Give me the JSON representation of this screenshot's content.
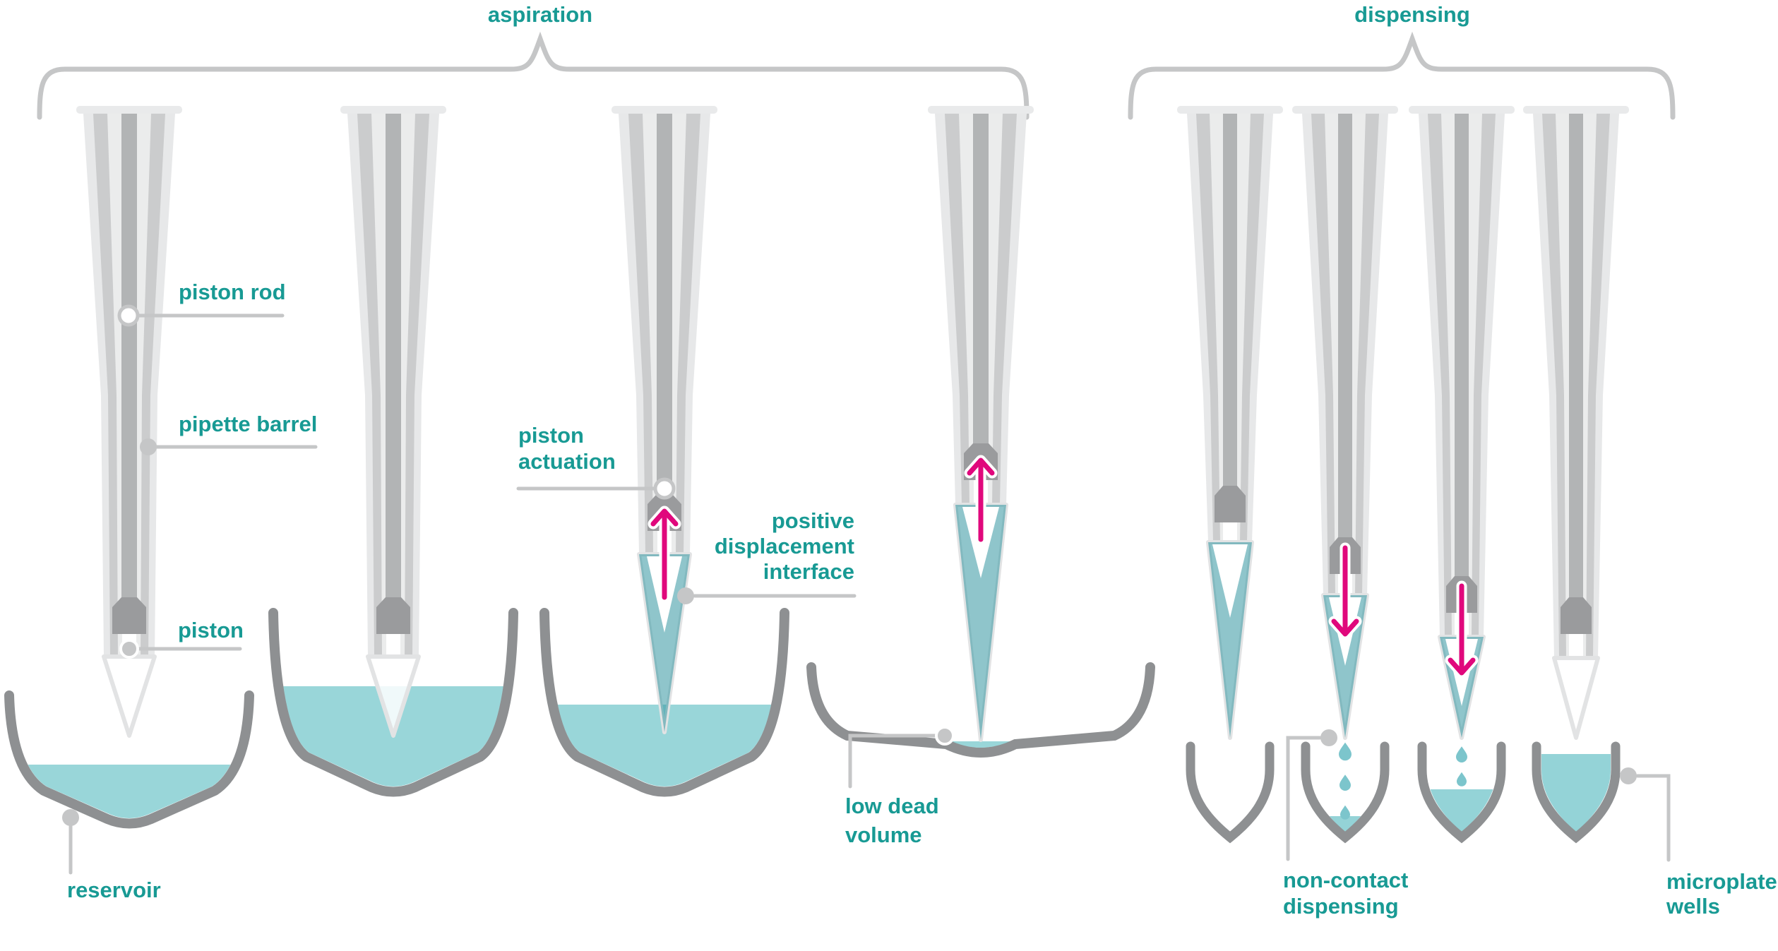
{
  "section_labels": {
    "aspiration": "aspiration",
    "dispensing": "dispensing"
  },
  "labels": {
    "piston_rod": "piston rod",
    "pipette_barrel": "pipette barrel",
    "piston": "piston",
    "reservoir": "reservoir",
    "piston_actuation_line1": "piston",
    "piston_actuation_line2": "actuation",
    "pdi_line1": "positive",
    "pdi_line2": "displacement",
    "pdi_line3": "interface",
    "low_dead_line1": "low dead",
    "low_dead_line2": "volume",
    "non_contact_line1": "non-contact",
    "non_contact_line2": "dispensing",
    "microplate_line1": "microplate",
    "microplate_line2": "wells"
  },
  "colors": {
    "accent": "#189a94",
    "magenta": "#e0087c",
    "liquid": "#99d6d9",
    "well_liquid": "#94d3d7",
    "tip_liquid": "rgba(55,151,162,0.56)",
    "droplet": "#7cc5cc",
    "container": "#8e9092",
    "leader": "#c5c6c7",
    "barrel_light": "#e7e8e9",
    "barrel_mid": "#cbcccd",
    "barrel_bore": "#ebecec",
    "rod": "#b2b4b5",
    "piston": "#9a9b9d",
    "cap": "#e9eaeb",
    "cone_stroke": "#e2e3e4"
  }
}
